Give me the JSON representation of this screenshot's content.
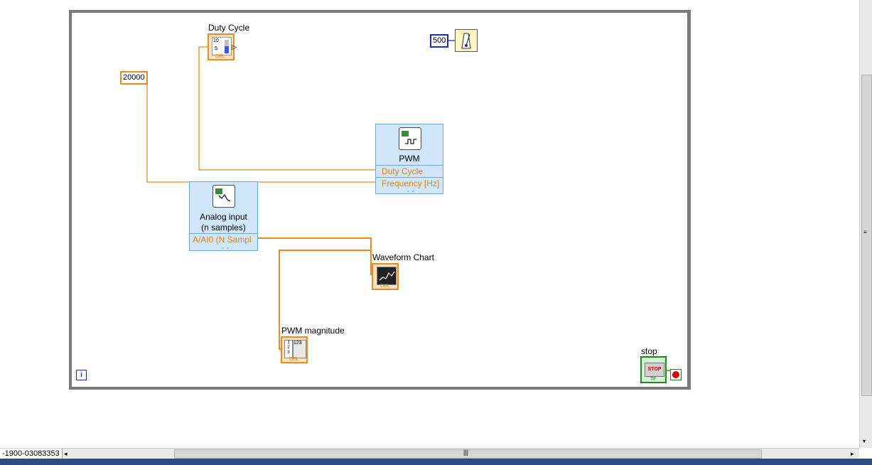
{
  "block_diagram": {
    "duty_cycle_label": "Duty Cycle",
    "frequency_constant": "20000",
    "wait_constant": "500",
    "pwm_block": {
      "title": "PWM",
      "input_duty": "Duty Cycle",
      "input_freq": "Frequency [Hz]"
    },
    "analog_block": {
      "title_line1": "Analog input",
      "title_line2": "(n samples)",
      "output": "A/AI0 (N Sampl"
    },
    "waveform_chart_label": "Waveform Chart",
    "pwm_magnitude_label": "PWM magnitude",
    "stop_label": "stop",
    "stop_button_text": "STOP",
    "tf_text": "TF",
    "dbl_text": "DBL",
    "slider_ticks": [
      "10",
      "5"
    ],
    "numeric_display": "123",
    "iteration_terminal": "i"
  },
  "status_bar": {
    "path_text": "-1900-03083353"
  },
  "colors": {
    "wire_orange": "#f08a1f",
    "int_blue": "#1d2fb0",
    "bool_green": "#1a8a1a",
    "express_fill": "#cfe6fb",
    "loop_border": "#7a7a7a"
  }
}
